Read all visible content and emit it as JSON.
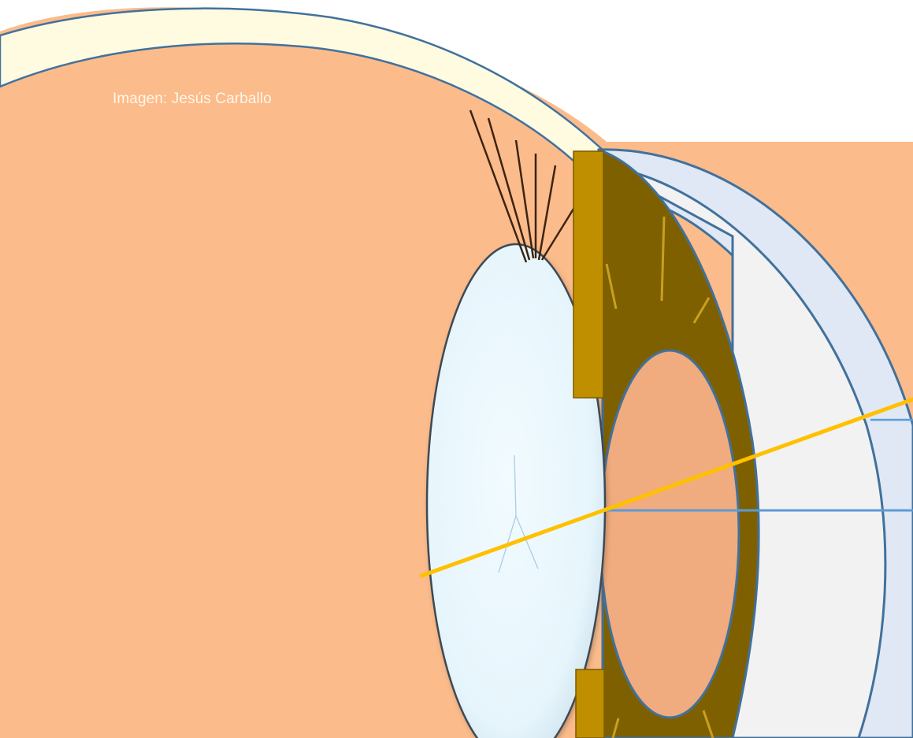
{
  "credit": {
    "text": "Imagen: Jesús Carballo"
  },
  "colors": {
    "vitreous": "#fbbb8b",
    "sclera": "#fffbe0",
    "lens": "#eaf7fd",
    "cornea": "#dfe8f4",
    "anterior_chamber": "#f2f2f2",
    "iris": "#7f6000",
    "iris_root": "#bf8f00",
    "pupil": "#f0ab7e",
    "light_ray": "#ffc000",
    "outline": "#41719c",
    "zonule_fibers": "#3d2410"
  },
  "structures": [
    "vitreous-body",
    "sclera",
    "crystalline-lens",
    "zonule-fibers",
    "cornea",
    "anterior-chamber",
    "iris",
    "pupil",
    "ciliary-body",
    "light-ray",
    "optical-axis"
  ]
}
